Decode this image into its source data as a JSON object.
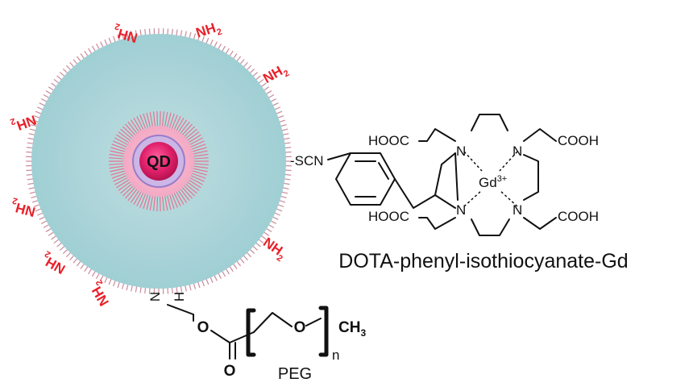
{
  "diagram": {
    "core": {
      "label": "QD"
    },
    "surface_groups": [
      {
        "label": "NH",
        "sub": "2"
      },
      {
        "label": "NH",
        "sub": "2"
      },
      {
        "label": "NH",
        "sub": "2"
      },
      {
        "label": "NH",
        "sub": "2"
      },
      {
        "label": "NH",
        "sub": "2"
      },
      {
        "label": "NH",
        "sub": "2"
      },
      {
        "label": "NH",
        "sub": "2"
      },
      {
        "label": "NH",
        "sub": "2"
      }
    ],
    "dota": {
      "linker": "-SCN",
      "hooc_top": "HOOC",
      "hooc_bottom": "HOOC",
      "cooh_top": "COOH",
      "cooh_bottom": "COOH",
      "nitrogen": "N",
      "metal": "Gd",
      "metal_charge": "3+",
      "caption": "DOTA-phenyl-isothiocyanate-Gd"
    },
    "peg": {
      "amide_n": "N",
      "amide_h": "H",
      "oxygen": "O",
      "carbonyl_o": "O",
      "methyl": "CH",
      "methyl_sub": "3",
      "repeat": "n",
      "caption": "PEG"
    },
    "colors": {
      "shell": "#a9d4d9",
      "amine": "#e8202a",
      "core": "#e0216b",
      "ink": "#111111"
    }
  }
}
